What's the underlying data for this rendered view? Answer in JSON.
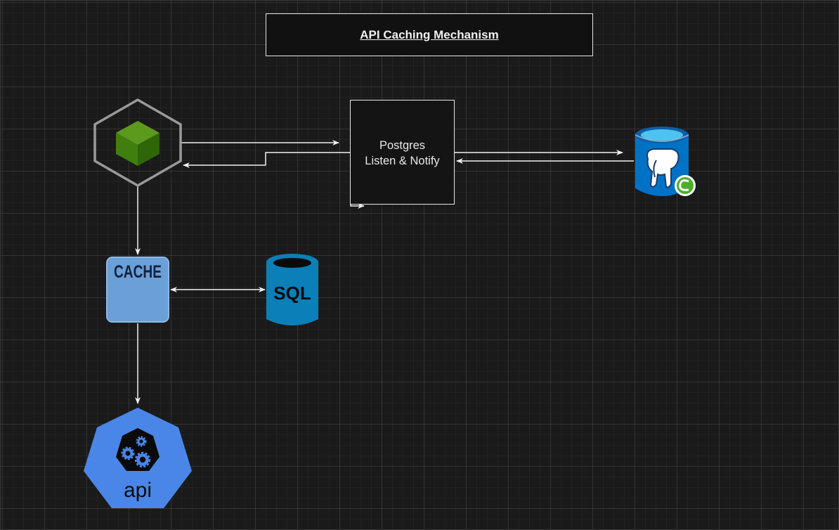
{
  "diagram": {
    "title": "API Caching Mechanism",
    "process_box": {
      "line1": "Postgres",
      "line2": "Listen & Notify"
    },
    "cache_label": "CACHE",
    "sql_label": "SQL",
    "api_label": "api"
  },
  "icons": {
    "service_node": "cube-hexagon-icon",
    "postgres_db": "postgres-database-icon",
    "cache": "cache-icon",
    "sql_db": "sql-database-icon",
    "api": "api-gear-icon"
  },
  "colors": {
    "background": "#1a1a1a",
    "cube_green": "#3f7f10",
    "azure_blue": "#0072c6",
    "cache_blue": "#6b9fd8",
    "api_blue": "#4a86e8",
    "line": "#f2f2f2"
  }
}
